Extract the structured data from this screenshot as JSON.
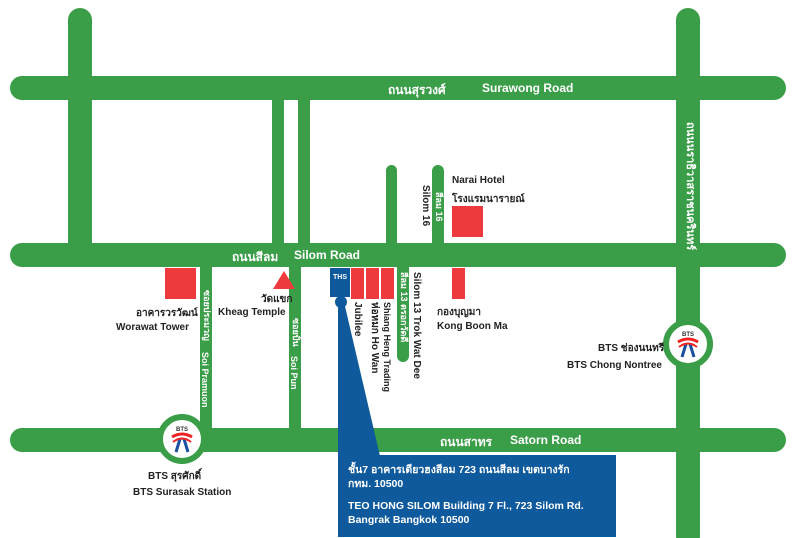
{
  "roads": {
    "surawong_th": "ถนนสุรวงศ์",
    "surawong_en": "Surawong Road",
    "silom_th": "ถนนสีลม",
    "silom_en": "Silom Road",
    "satorn_th": "ถนนสาทร",
    "satorn_en": "Satorn Road",
    "narathiwat_th": "ถนนนราธิวาสราชนครินทร์",
    "silom16_th": "สีลม 16",
    "silom16_en": "Silom 16",
    "silom13_th": "สีลม 13 ตรอกวัดดี",
    "silom13_en": "Silom 13 Trok Wat Dee",
    "pramuon_th": "ซอยประมวญ",
    "pramuon_en": "Soi Pramuon",
    "pun_th": "ซอยปั้น",
    "pun_en": "Soi Pun"
  },
  "places": {
    "narai_en": "Narai Hotel",
    "narai_th": "โรงแรมนารายณ์",
    "worawat_th": "อาคารวรวัฒน์",
    "worawat_en": "Worawat Tower",
    "temple_th": "วัดแขก",
    "temple_en": "Kheag Temple",
    "jubilee": "Jubilee",
    "howan": "ห่อหมก Ho Wan",
    "shiang": "Shiang Heng Trading",
    "kong_th": "กองบุญมา",
    "kong_en": "Kong Boon Ma",
    "ths_logo": "THS"
  },
  "stations": {
    "surasak_th": "BTS สุรศักดิ์",
    "surasak_en": "BTS Surasak Station",
    "chong_th": "BTS ช่องนนทรี",
    "chong_en": "BTS Chong Nontree",
    "logo": "BTS"
  },
  "address": {
    "th_line1": "ชั้น7 อาคารเตียวฮงสีลม 723 ถนนสีลม เขตบางรัก",
    "th_line2": "กทม. 10500",
    "en_line1": "TEO HONG SILOM Building 7 Fl., 723 Silom Rd.",
    "en_line2": "Bangrak Bangkok 10500"
  },
  "colors": {
    "road": "#3a9d47",
    "building": "#ee3a3c",
    "address_box": "#0f5a9c"
  }
}
